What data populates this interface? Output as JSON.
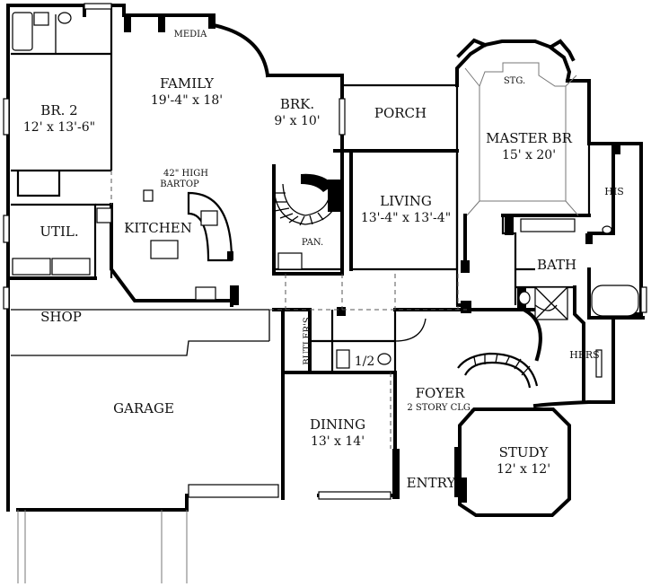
{
  "rooms": {
    "media": "MEDIA",
    "family": {
      "name": "FAMILY",
      "dim": "19'-4\" x 18'"
    },
    "br2": {
      "name": "BR. 2",
      "dim": "12' x 13'-6\""
    },
    "brk": {
      "name": "BRK.",
      "dim": "9' x 10'"
    },
    "porch": "PORCH",
    "master": {
      "name": "MASTER BR",
      "dim": "15' x 20'"
    },
    "stg": "STG.",
    "his": "HIS",
    "bartop": {
      "line1": "42\" HIGH",
      "line2": "BARTOP"
    },
    "util": "UTIL.",
    "kitchen": "KITCHEN",
    "living": {
      "name": "LIVING",
      "dim": "13'-4\" x 13'-4\""
    },
    "pan": "PAN.",
    "bath": "BATH",
    "shop": "SHOP",
    "butlers": "BUTLER'S",
    "half": "1/2",
    "hers": "HERS",
    "foyer": {
      "name": "FOYER",
      "note": "2 STORY CLG."
    },
    "garage": "GARAGE",
    "dining": {
      "name": "DINING",
      "dim": "13' x 14'"
    },
    "study": {
      "name": "STUDY",
      "dim": "12' x 12'"
    },
    "entry": "ENTRY"
  }
}
